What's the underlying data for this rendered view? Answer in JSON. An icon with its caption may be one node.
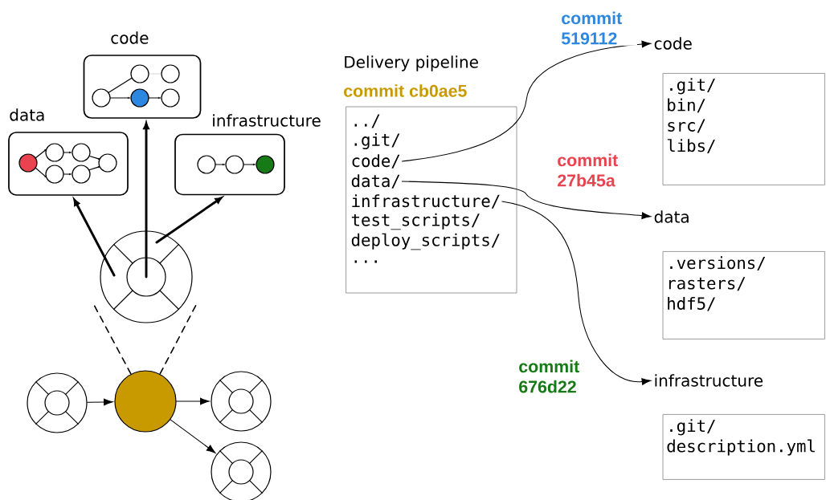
{
  "diagram": {
    "nodes": [
      {
        "text": [
          "code"
        ]
      },
      {
        "text": [
          "data"
        ]
      },
      {
        "text": [
          "infrastructure"
        ]
      },
      {
        "text": [],
        "shape": "circle"
      },
      {
        "text": [],
        "shape": "circle"
      },
      {
        "text": [],
        "shape": "circle"
      },
      {
        "text": [],
        "shape": "circle"
      },
      {
        "text": [],
        "shape": "circle"
      },
      {
        "text": [
          "Delivery pipeline",
          "commit cb0ae5"
        ]
      },
      {
        "text": [
          "../"
        ],
        "in": 8
      },
      {
        "text": [
          ".git/"
        ],
        "in": 8
      },
      {
        "text": [
          "code/"
        ],
        "in": 8
      },
      {
        "text": [
          "data/"
        ],
        "in": 8
      },
      {
        "text": [
          "infrastructure/"
        ],
        "in": 8
      },
      {
        "text": [
          "test_scripts/"
        ],
        "in": 8
      },
      {
        "text": [
          "deploy_scripts/"
        ],
        "in": 8
      },
      {
        "text": [
          "..."
        ],
        "in": 8
      },
      {
        "text": [
          "code"
        ]
      },
      {
        "text": [
          ".git/",
          "bin/",
          "src/",
          "libs/"
        ]
      },
      {
        "text": [
          "data"
        ]
      },
      {
        "text": [
          ".versions/",
          "rasters/",
          "hdf5/"
        ]
      },
      {
        "text": [
          "infrastructure"
        ]
      },
      {
        "text": [
          ".git/",
          "description.yml"
        ]
      }
    ],
    "edges": [
      {
        "from": 3,
        "to": 0,
        "arrow": "to",
        "style": "thick"
      },
      {
        "from": 3,
        "to": 1,
        "arrow": "to",
        "style": "thick"
      },
      {
        "from": 3,
        "to": 2,
        "arrow": "to",
        "style": "thick"
      },
      {
        "from": 4,
        "to": 5,
        "arrow": "to"
      },
      {
        "from": 5,
        "to": 6,
        "arrow": "to"
      },
      {
        "from": 5,
        "to": 7,
        "arrow": "to"
      },
      {
        "from": 5,
        "to": 3,
        "arrow": "none",
        "style": "dashed"
      },
      {
        "from": 5,
        "to": 3,
        "arrow": "none",
        "style": "dashed"
      },
      {
        "from": 11,
        "to": 17,
        "arrow": "to",
        "label": "commit 519112"
      },
      {
        "from": 12,
        "to": 19,
        "arrow": "to",
        "label": "commit 27b45a"
      },
      {
        "from": 13,
        "to": 21,
        "arrow": "to",
        "label": "commit 676d22"
      }
    ]
  }
}
